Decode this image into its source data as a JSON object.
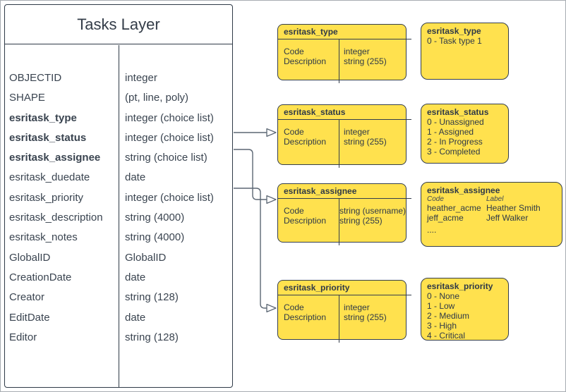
{
  "colors": {
    "node_yellow": "#ffe14e",
    "ink": "#323b49",
    "connector": "#5b6673",
    "background": "#ffffff"
  },
  "tasks_layer": {
    "title": "Tasks Layer",
    "fields": [
      {
        "name": "OBJECTID",
        "type": "integer"
      },
      {
        "name": "SHAPE",
        "type": "(pt, line, poly)"
      },
      {
        "name": "esritask_type",
        "type": "integer (choice list)"
      },
      {
        "name": "esritask_status",
        "type": "integer (choice list)"
      },
      {
        "name": "esritask_assignee",
        "type": "string (choice list)"
      },
      {
        "name": "esritask_duedate",
        "type": "date"
      },
      {
        "name": "esritask_priority",
        "type": "integer (choice list)"
      },
      {
        "name": "esritask_description",
        "type": "string (4000)"
      },
      {
        "name": "esritask_notes",
        "type": "string (4000)"
      },
      {
        "name": "GlobalID",
        "type": "GlobalID"
      },
      {
        "name": "CreationDate",
        "type": "date"
      },
      {
        "name": "Creator",
        "type": "string (128)"
      },
      {
        "name": "EditDate",
        "type": "date"
      },
      {
        "name": "Editor",
        "type": "string (128)"
      }
    ]
  },
  "pair_type": {
    "title": "esritask_type",
    "left": [
      "Code",
      "Description"
    ],
    "right": [
      "integer",
      "string (255)"
    ]
  },
  "pair_status": {
    "title": "esritask_status",
    "left": [
      "Code",
      "Description"
    ],
    "right": [
      "integer",
      "string (255)"
    ]
  },
  "pair_assignee": {
    "title": "esritask_assignee",
    "left": [
      "Code",
      "Description"
    ],
    "right": [
      "string (username)",
      "string (255)"
    ]
  },
  "pair_priority": {
    "title": "esritask_priority",
    "left": [
      "Code",
      "Description"
    ],
    "right": [
      "integer",
      "string (255)"
    ]
  },
  "legend_type": {
    "title": "esritask_type",
    "lines": [
      "0 - Task type 1"
    ]
  },
  "legend_status": {
    "title": "esritask_status",
    "lines": [
      "0 - Unassigned",
      "1 - Assigned",
      "2 - In Progress",
      "3 - Completed"
    ]
  },
  "legend_assignee": {
    "title": "esritask_assignee",
    "col_headers": [
      "Code",
      "Label"
    ],
    "rows": [
      [
        "heather_acme",
        "Heather Smith"
      ],
      [
        "jeff_acme",
        "Jeff Walker"
      ]
    ],
    "more": "...."
  },
  "legend_priority": {
    "title": "esritask_priority",
    "lines": [
      "0 - None",
      "1 - Low",
      "2 - Medium",
      "3 - High",
      "4 - Critical"
    ]
  }
}
